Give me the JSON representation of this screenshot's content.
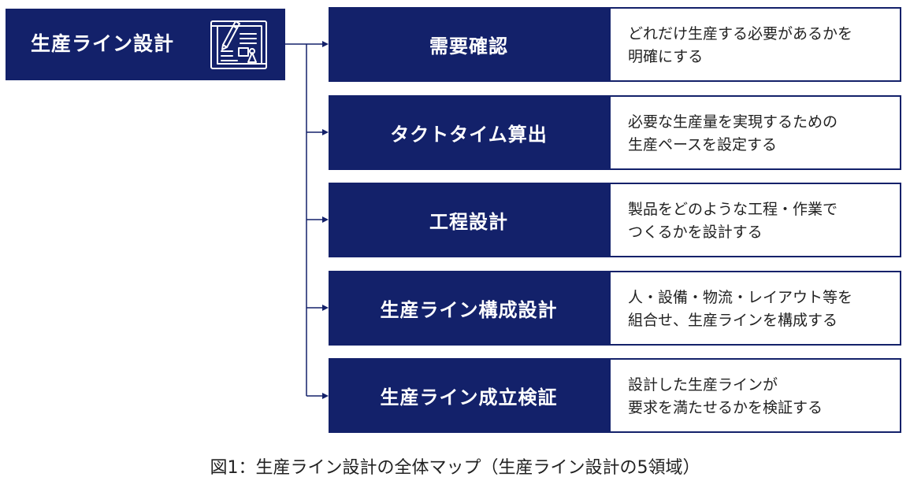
{
  "root": {
    "label": "生産ライン設計",
    "icon": "blueprint-icon"
  },
  "steps": [
    {
      "title": "需要確認",
      "description": [
        "どれだけ生産する必要があるかを",
        "明確にする"
      ]
    },
    {
      "title": "タクトタイム算出",
      "description": [
        "必要な生産量を実現するための",
        "生産ペースを設定する"
      ]
    },
    {
      "title": "工程設計",
      "description": [
        "製品をどのような工程・作業で",
        "つくるかを設計する"
      ]
    },
    {
      "title": "生産ライン構成設計",
      "description": [
        "人・設備・物流・レイアウト等を",
        "組合せ、生産ラインを構成する"
      ]
    },
    {
      "title": "生産ライン成立検証",
      "description": [
        "設計した生産ラインが",
        "要求を満たせるかを検証する"
      ]
    }
  ],
  "caption": "図1：生産ライン設計の全体マップ（生産ライン設計の5領域）",
  "colors": {
    "navy": "#13216a",
    "text": "#222222",
    "white": "#ffffff"
  }
}
